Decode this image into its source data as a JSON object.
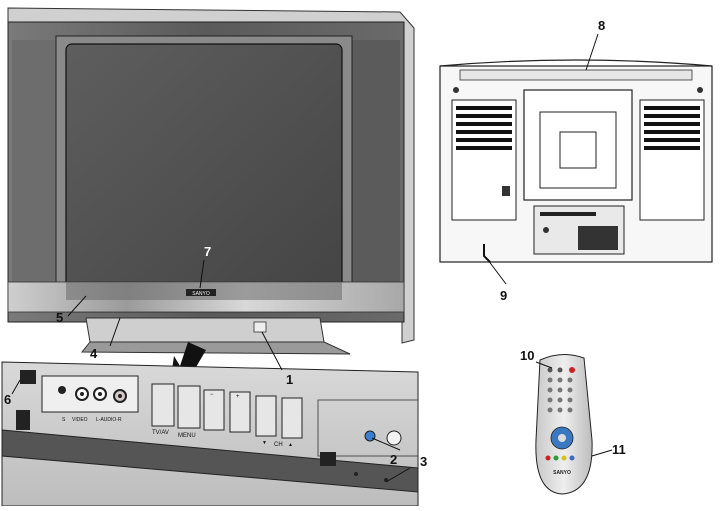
{
  "callouts": {
    "c1": "1",
    "c2": "2",
    "c3": "3",
    "c4": "4",
    "c5": "5",
    "c6": "6",
    "c7": "7",
    "c8": "8",
    "c9": "9",
    "c10": "10",
    "c11": "11"
  },
  "front_panel_labels": {
    "s_jack": "S",
    "video": "VIDEO",
    "audio": "L-AUDIO-R",
    "tvav": "TV/AV",
    "menu": "MENU",
    "minus": "−",
    "plus": "+",
    "ch": "CH",
    "down": "▼",
    "up": "▲"
  },
  "brand": {
    "tv_logo": "SANYO",
    "remote_logo": "SANYO"
  }
}
